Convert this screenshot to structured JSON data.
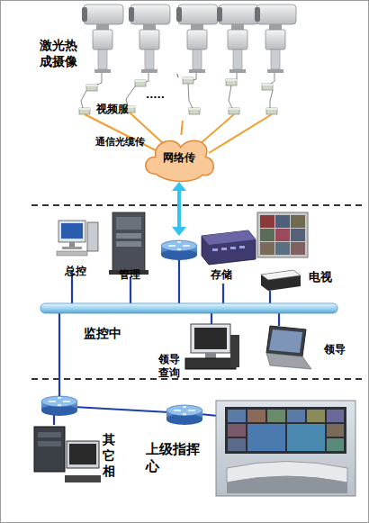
{
  "diagram": {
    "nodes": [
      {
        "text": [
          "激光热 成摄像"
        ]
      },
      {
        "text": [
          "视频服"
        ]
      },
      {
        "text": [
          "网络传"
        ]
      },
      {
        "text": [
          "总控"
        ]
      },
      {
        "text": [
          "管理"
        ]
      },
      {
        "text": [
          "存储"
        ]
      },
      {
        "text": [
          "电视"
        ]
      },
      {
        "text": [
          "领导 查询"
        ]
      },
      {
        "text": [
          "领导"
        ]
      },
      {
        "text": [
          "其 它 相"
        ]
      },
      {
        "text": [
          "上级指挥 心"
        ]
      }
    ],
    "edges": [
      {
        "from": 0,
        "to": 1,
        "arrow": "none"
      },
      {
        "from": 1,
        "to": 2,
        "label": "通信光缆传",
        "arrow": "none"
      }
    ],
    "labels": [
      ".....",
      "监控中"
    ]
  }
}
